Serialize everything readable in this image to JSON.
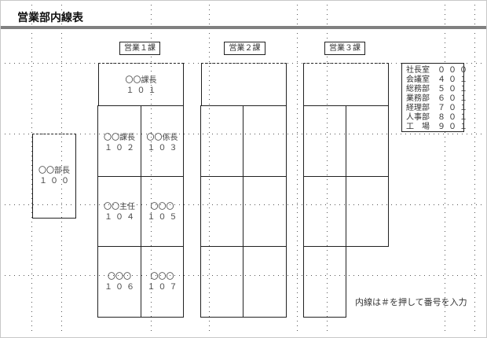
{
  "title": "営業部内線表",
  "sections": [
    {
      "label": "営業１課"
    },
    {
      "label": "営業２課"
    },
    {
      "label": "営業３課"
    }
  ],
  "manager": {
    "name": "〇〇部長",
    "ext": "１００"
  },
  "section1": {
    "chief": {
      "name": "〇〇課長",
      "ext": "１０１"
    },
    "cells": [
      {
        "name": "〇〇課長",
        "ext": "１０２"
      },
      {
        "name": "〇〇係長",
        "ext": "１０３"
      },
      {
        "name": "〇〇主任",
        "ext": "１０４"
      },
      {
        "name": "〇〇〇",
        "ext": "１０５"
      },
      {
        "name": "〇〇〇",
        "ext": "１０６"
      },
      {
        "name": "〇〇〇",
        "ext": "１０７"
      }
    ]
  },
  "directory": [
    {
      "name": "社長室",
      "ext": "０００"
    },
    {
      "name": "会議室",
      "ext": "４０１"
    },
    {
      "name": "総務部",
      "ext": "５０１"
    },
    {
      "name": "業務部",
      "ext": "６０１"
    },
    {
      "name": "経理部",
      "ext": "７０１"
    },
    {
      "name": "人事部",
      "ext": "８０１"
    },
    {
      "name": "工　場",
      "ext": "９０１"
    }
  ],
  "note": "内線は＃を押して番号を入力",
  "colors": {
    "title_bar": "#808080",
    "frame": "#c8c8c8",
    "lines": "#222222"
  }
}
